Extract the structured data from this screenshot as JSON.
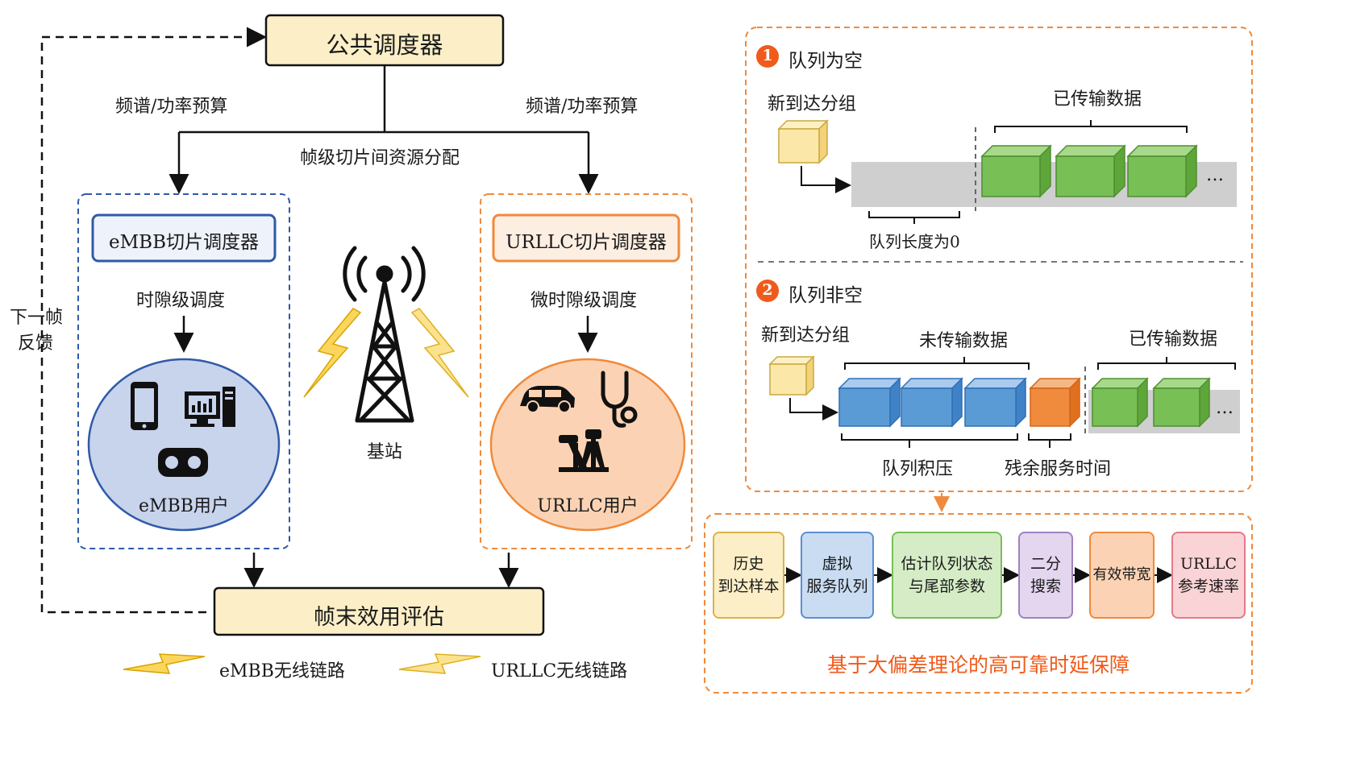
{
  "left": {
    "public_scheduler": "公共调度器",
    "budget_left": "频谱/功率预算",
    "budget_right": "频谱/功率预算",
    "inter_slice_alloc": "帧级切片间资源分配",
    "feedback": [
      "下一帧",
      "反馈"
    ],
    "embb_scheduler": "eMBB切片调度器",
    "urllc_scheduler": "URLLC切片调度器",
    "embb_level": "时隙级调度",
    "urllc_level": "微时隙级调度",
    "embb_users": "eMBB用户",
    "urllc_users": "URLLC用户",
    "base_station": "基站",
    "utility_eval": "帧末效用评估",
    "legend_embb": "eMBB无线链路",
    "legend_urllc": "URLLC无线链路"
  },
  "queue": {
    "case1_num": "1",
    "case1_title": "队列为空",
    "case1_new": "新到达分组",
    "case1_sent": "已传输数据",
    "case1_len": "队列长度为0",
    "ellipsis": "…",
    "case2_num": "2",
    "case2_title": "队列非空",
    "case2_new": "新到达分组",
    "case2_unsent": "未传输数据",
    "case2_sent": "已传输数据",
    "backlog": "队列积压",
    "residual": "残余服务时间"
  },
  "pipeline": {
    "steps": [
      [
        "历史",
        "到达样本"
      ],
      [
        "虚拟",
        "服务队列"
      ],
      [
        "估计队列状态",
        "与尾部参数"
      ],
      [
        "二分",
        "搜索"
      ],
      [
        "有效带宽"
      ],
      [
        "URLLC",
        "参考速率"
      ]
    ],
    "title": "基于大偏差理论的高可靠时延保障"
  },
  "colors": {
    "yellow_fill": "#fcefc7",
    "blue_dash": "#2f5aa8",
    "orange_dash": "#f08a3c",
    "embb_circle": "#c8d3ec",
    "urllc_circle": "#fbd3b4",
    "green": "#78bf56",
    "blue_block": "#5b9bd5",
    "orange_block": "#f08a3c",
    "red_title": "#f05a1a"
  }
}
